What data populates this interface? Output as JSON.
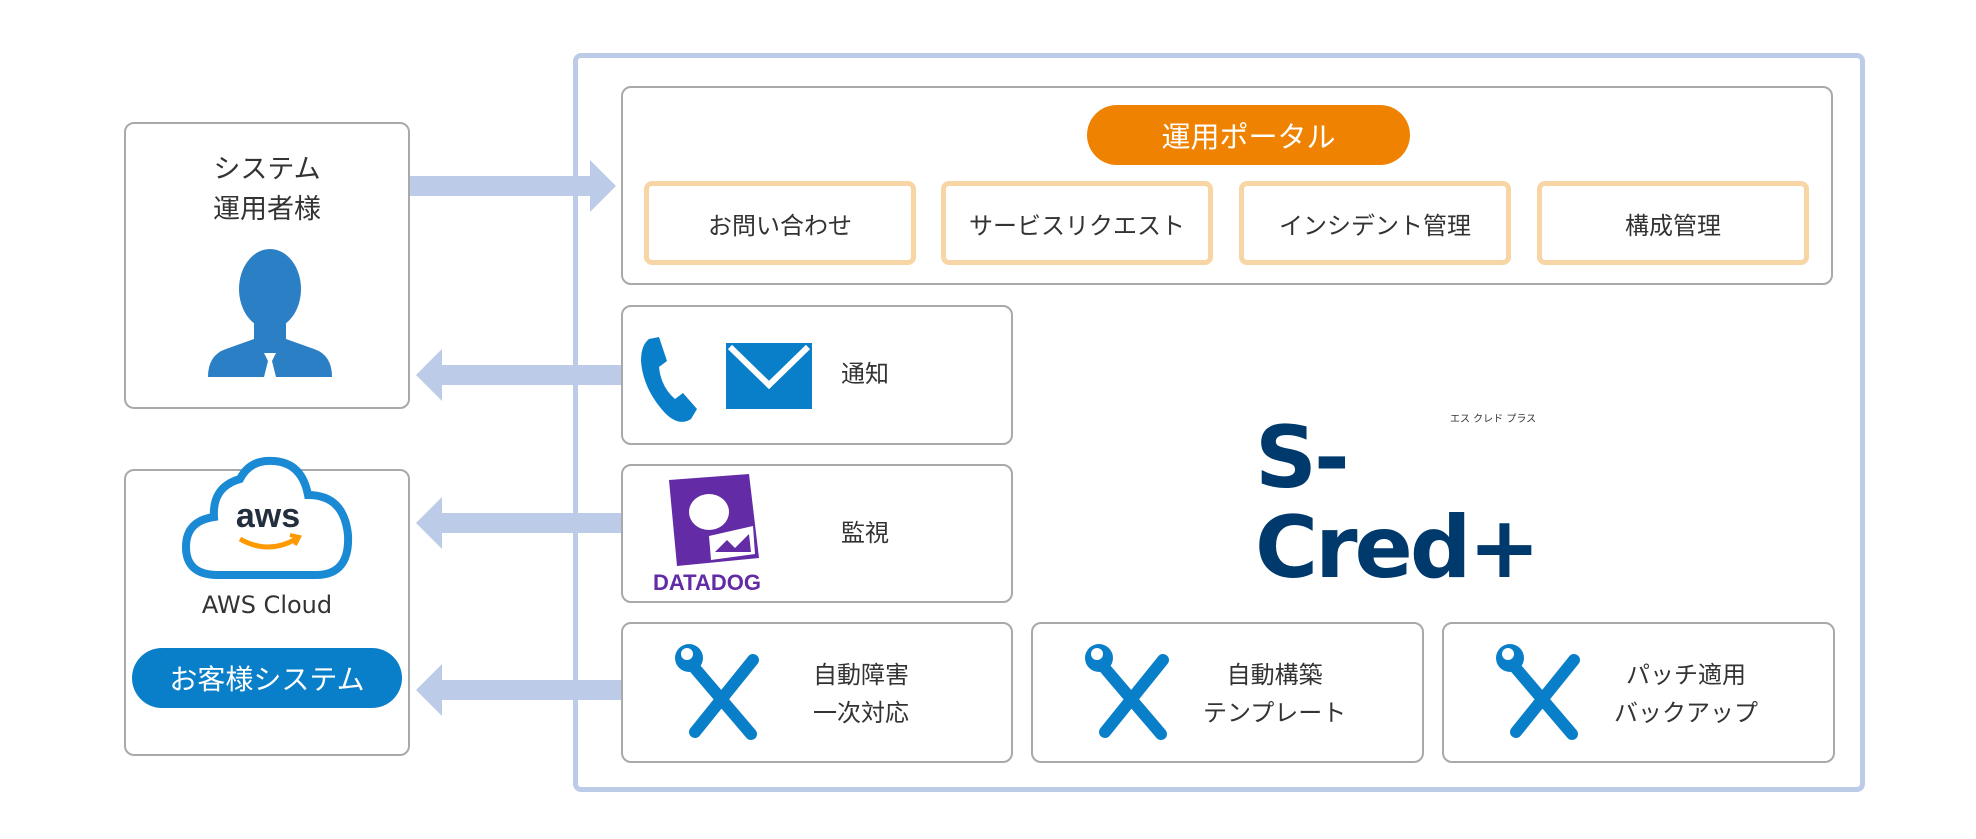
{
  "left": {
    "operator_title_line1": "システム",
    "operator_title_line2": "運用者様",
    "aws_cloud": "AWS Cloud",
    "aws_logo": "aws",
    "customer_system": "お客様システム"
  },
  "portal": {
    "title": "運用ポータル",
    "items": [
      "お問い合わせ",
      "サービスリクエスト",
      "インシデント管理",
      "構成管理"
    ]
  },
  "notify": {
    "label": "通知"
  },
  "monitor": {
    "label": "監視",
    "datadog": "DATADOG"
  },
  "automation": [
    {
      "line1": "自動障害",
      "line2": "一次対応"
    },
    {
      "line1": "自動構築",
      "line2": "テンプレート"
    },
    {
      "line1": "パッチ適用",
      "line2": "バックアップ"
    }
  ],
  "logo": {
    "text": "S-Cred+",
    "ruby": "エス クレド プラス"
  },
  "colors": {
    "accent_orange": "#ef8200",
    "blue": "#0a7fc9",
    "navy": "#003a6c",
    "arrow": "#bccce8"
  }
}
